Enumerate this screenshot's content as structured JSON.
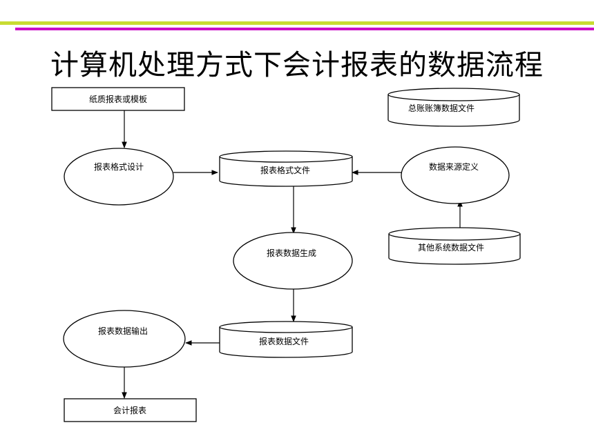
{
  "header": {
    "title": "计算机处理方式下会计报表的数据流程",
    "rule_colors": {
      "top": "#c8dc32",
      "bottom": "#cc10c8"
    }
  },
  "diagram": {
    "nodes": {
      "paper_template": "纸质报表或模板",
      "ledger_files": "总账账簿数据文件",
      "format_design": "报表格式设计",
      "format_file": "报表格式文件",
      "source_definition": "数据来源定义",
      "data_generation": "报表数据生成",
      "other_system_files": "其他系统数据文件",
      "data_output": "报表数据输出",
      "data_file": "报表数据文件",
      "accounting_report": "会计报表"
    }
  }
}
